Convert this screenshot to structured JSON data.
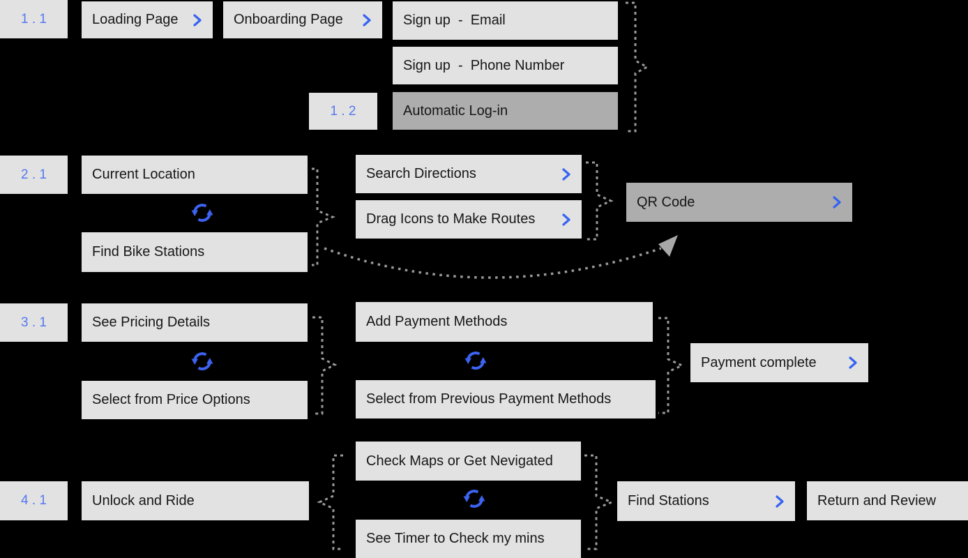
{
  "title": "Bike-share App User Flow Diagram",
  "colors": {
    "background": "#000000",
    "box_light": "#e2e2e2",
    "box_dark": "#adadad",
    "box_text": "#161616",
    "step_label_blue": "#5577f0",
    "chevron_blue": "#3563f1",
    "sync_blue": "#3d63f0",
    "connector_gray": "#9a9a9a"
  },
  "icons": {
    "chevron": "chevron-right",
    "sync": "sync-loop-arrows",
    "bracket": "dashed-brace-connector",
    "curve": "dotted-curved-arrow"
  },
  "flow": {
    "s1": {
      "label_a": "1 . 1",
      "label_b": "1 . 2",
      "loading": "Loading Page",
      "onboarding": "Onboarding Page",
      "signup_email": "Sign up  -  Email",
      "signup_phone": "Sign up  -  Phone Number",
      "auto_login": "Automatic Log-in"
    },
    "s2": {
      "label": "2 . 1",
      "current_location": "Current Location",
      "find_bike": "Find Bike Stations",
      "search_directions": "Search Directions",
      "drag_icons": "Drag Icons to Make Routes",
      "qr_code": "QR Code"
    },
    "s3": {
      "label": "3 . 1",
      "see_pricing": "See Pricing Details",
      "select_price": "Select from Price Options",
      "add_payment": "Add Payment Methods",
      "select_previous": "Select from Previous Payment Methods",
      "payment_complete": "Payment complete"
    },
    "s4": {
      "label": "4 . 1",
      "unlock_ride": "Unlock and Ride",
      "check_maps": "Check Maps or Get Nevigated",
      "see_timer": "See Timer to Check my mins",
      "find_stations": "Find Stations",
      "return_review": "Return and Review"
    }
  }
}
